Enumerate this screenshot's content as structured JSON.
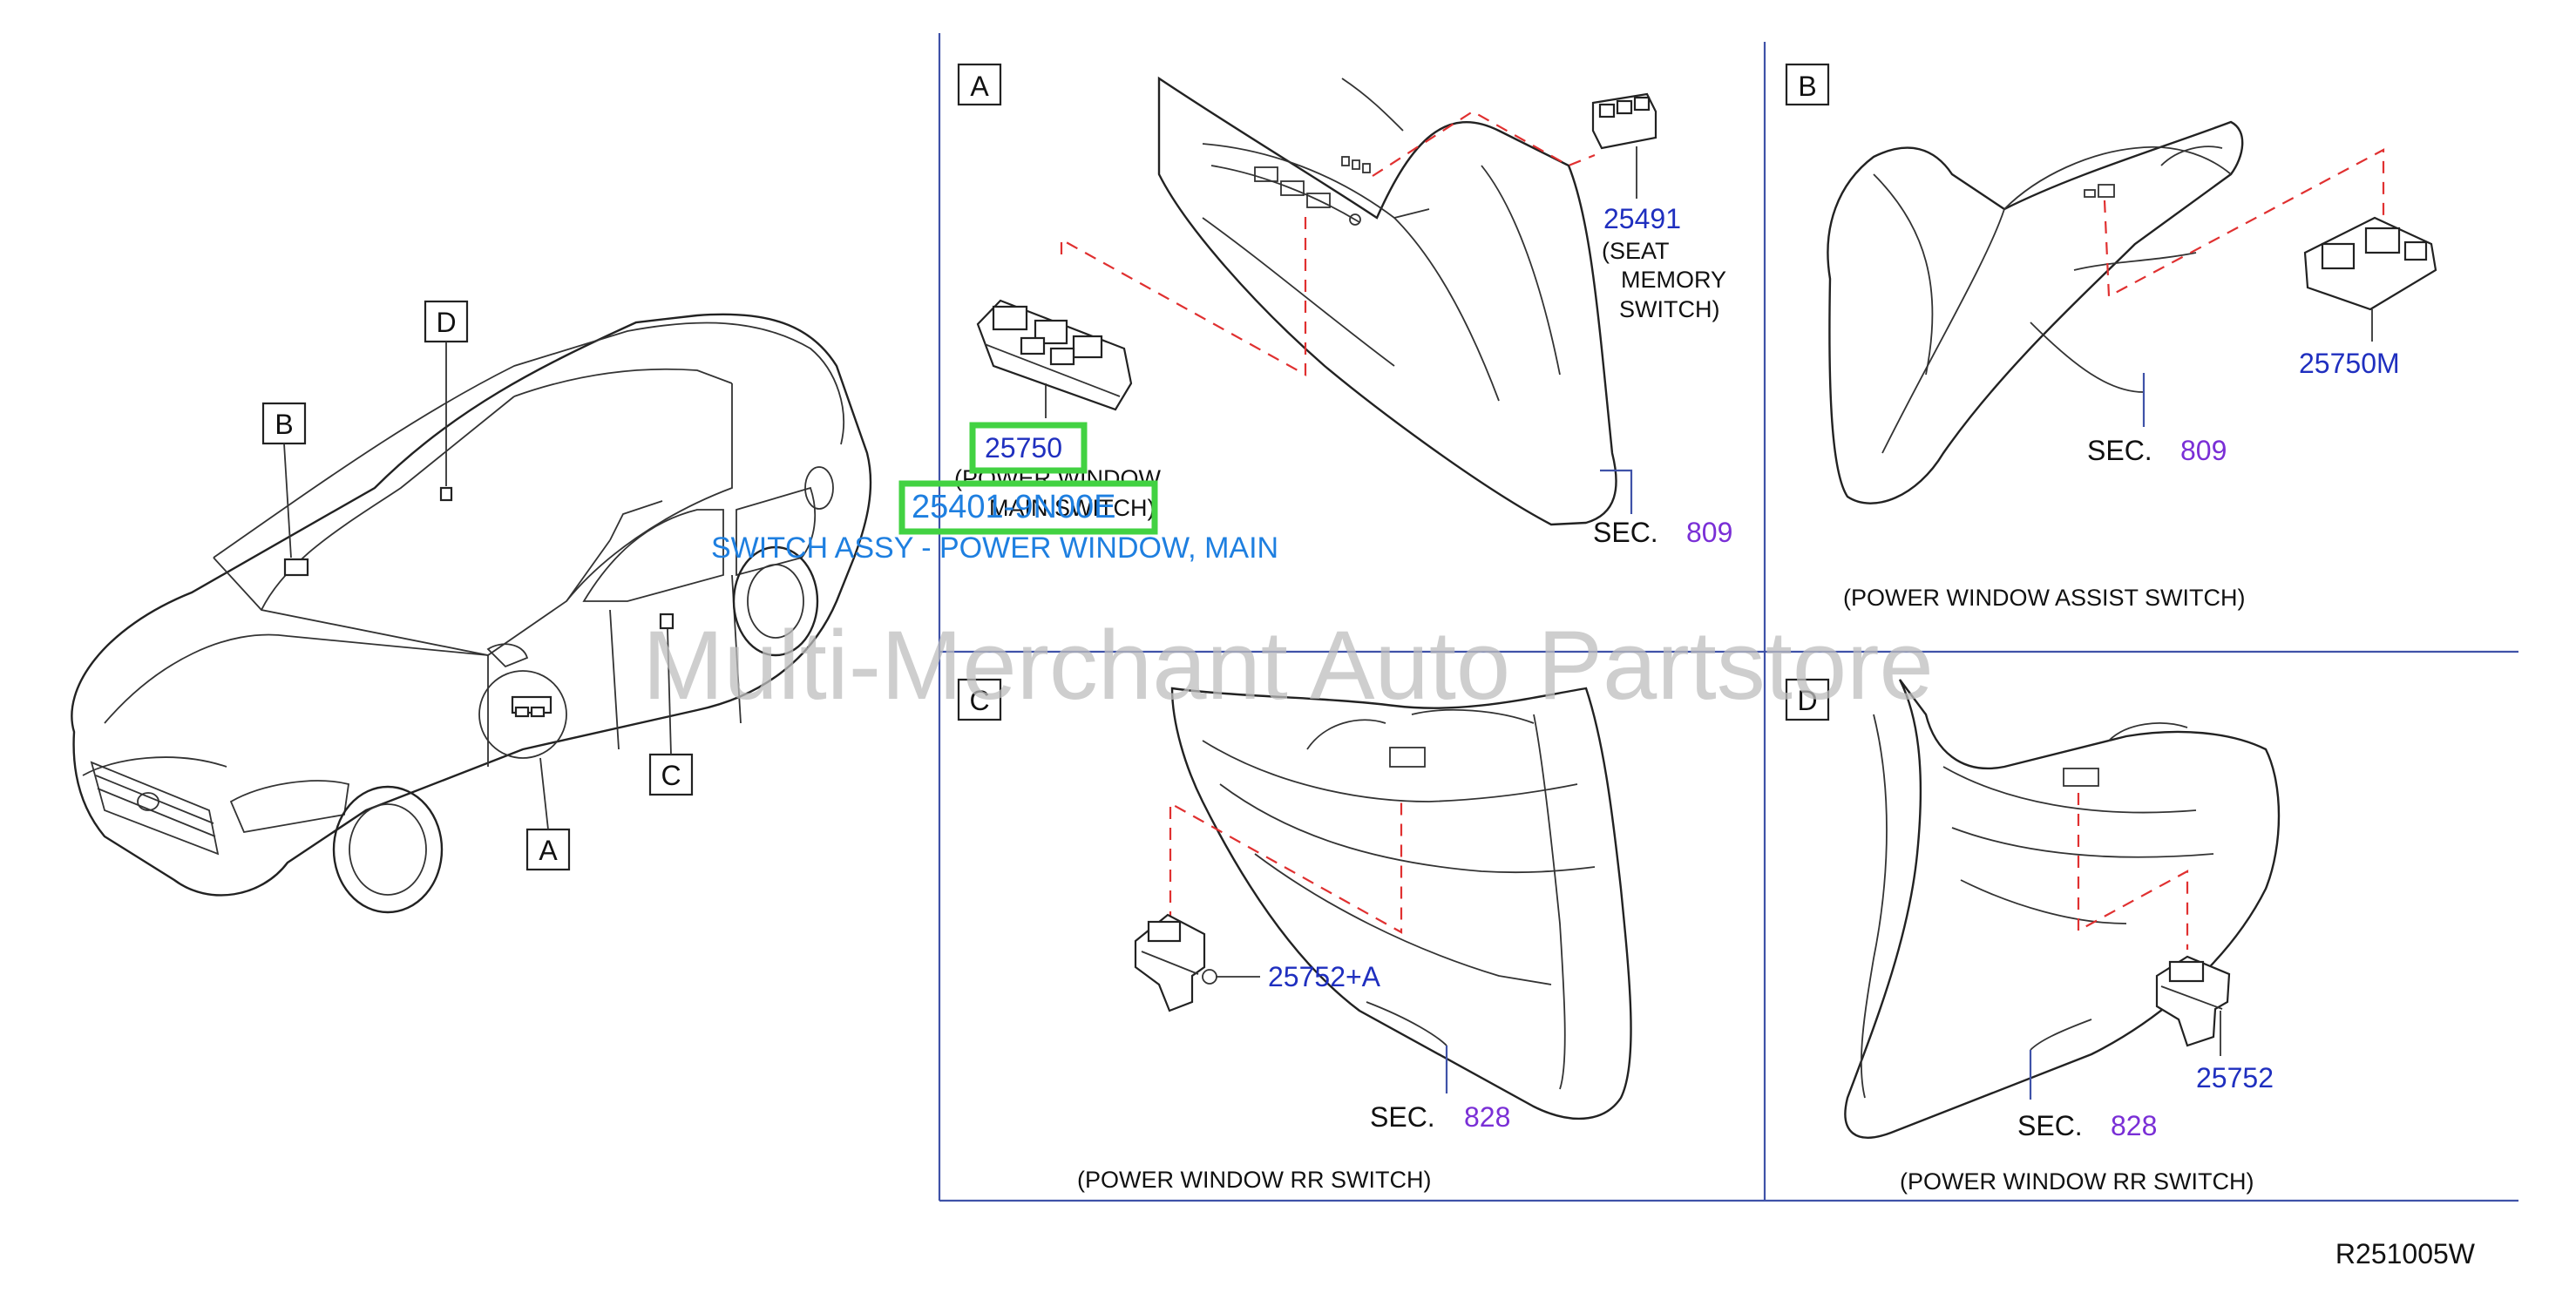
{
  "panels": {
    "A": {
      "letter": "A",
      "seat_memory_part": "25491",
      "seat_memory_desc": [
        "(SEAT",
        "MEMORY",
        "SWITCH)"
      ],
      "main_part": "25750",
      "main_desc": [
        "(POWER  WINDOW",
        "MAIN  SWITCH)"
      ],
      "sec_label": "SEC.",
      "sec_num": "809"
    },
    "B": {
      "letter": "B",
      "part": "25750M",
      "sec_label": "SEC.",
      "sec_num": "809",
      "caption": "(POWER   WINDOW   ASSIST   SWITCH)"
    },
    "C": {
      "letter": "C",
      "part": "25752+A",
      "sec_label": "SEC.",
      "sec_num": "828",
      "caption": "(POWER   WINDOW   RR   SWITCH)"
    },
    "D": {
      "letter": "D",
      "part": "25752",
      "sec_label": "SEC.",
      "sec_num": "828",
      "caption": "(POWER   WINDOW   RR   SWITCH)"
    }
  },
  "car_callouts": [
    "A",
    "B",
    "C",
    "D"
  ],
  "highlight": {
    "part_number": "25401-9N00E",
    "part_name": "SWITCH ASSY - POWER WINDOW, MAIN"
  },
  "watermark": "Multi-Merchant Auto Partstore",
  "diagram_code": "R251005W",
  "colors": {
    "part_number": "#1f2fbf",
    "section_number": "#7a2fd6",
    "highlight_box": "#42d242",
    "highlight_text": "#1e7fe0",
    "leader_dash": "#e03030",
    "panel_border": "#3f52a8"
  }
}
